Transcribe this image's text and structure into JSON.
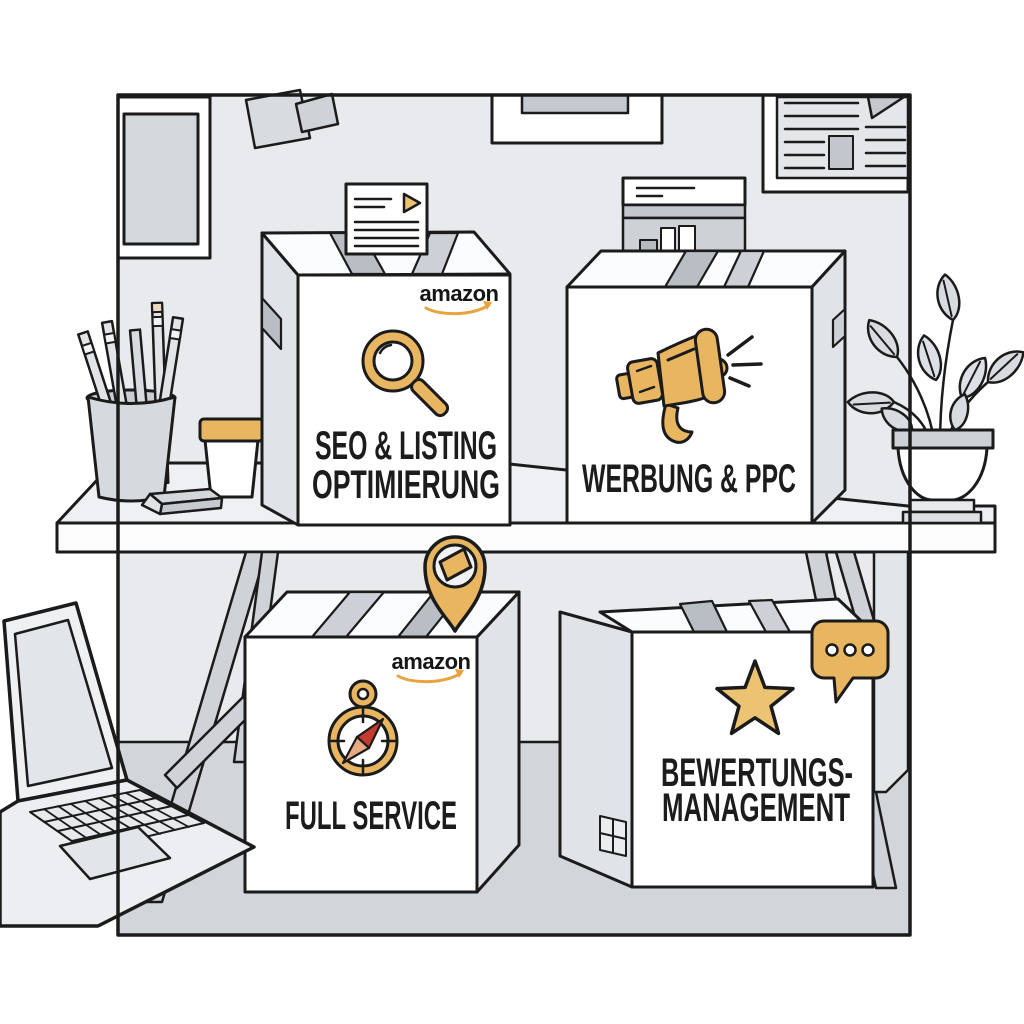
{
  "brand": {
    "logo_text": "amazon",
    "smile_color": "#E8A33C"
  },
  "services": [
    {
      "name": "seo-listing-optimierung",
      "icon": "magnifier-icon",
      "lines": [
        "SEO & LISTING",
        "OPTIMIERUNG"
      ],
      "amazon_logo": true
    },
    {
      "name": "werbung-ppc",
      "icon": "megaphone-icon",
      "lines": [
        "WERBUNG & PPC"
      ],
      "amazon_logo": false
    },
    {
      "name": "full-service",
      "icon": "compass-icon",
      "lines": [
        "FULL SERVICE"
      ],
      "amazon_logo": true
    },
    {
      "name": "bewertungs-management",
      "icon": "star-icon",
      "lines": [
        "BEWERTUNGS-",
        "MANAGEMENT"
      ],
      "amazon_logo": false
    }
  ],
  "decor_icons": [
    "location-pin-icon",
    "speech-bubble-icon",
    "document-card",
    "analytics-card",
    "picture-frame",
    "framed-document",
    "whiteboard",
    "sticky-notes",
    "pencil-cup",
    "coffee-cup",
    "eraser",
    "potted-plant",
    "laptop",
    "desk"
  ],
  "colors": {
    "outline": "#1B1B1B",
    "wall": "#E8EAED",
    "floor": "#D2D5DA",
    "box-top": "#FBFCFD",
    "box-side": "#E0E3E7",
    "tape": "#B9BDC4",
    "tape-light": "#CDD1D7",
    "gold": "#E8B561",
    "gold-light": "#ECC372",
    "leg": "#CFD3D8",
    "needle-red": "#C13B2E",
    "needle-tail": "#E5A984",
    "smile": "#E8A33C"
  }
}
